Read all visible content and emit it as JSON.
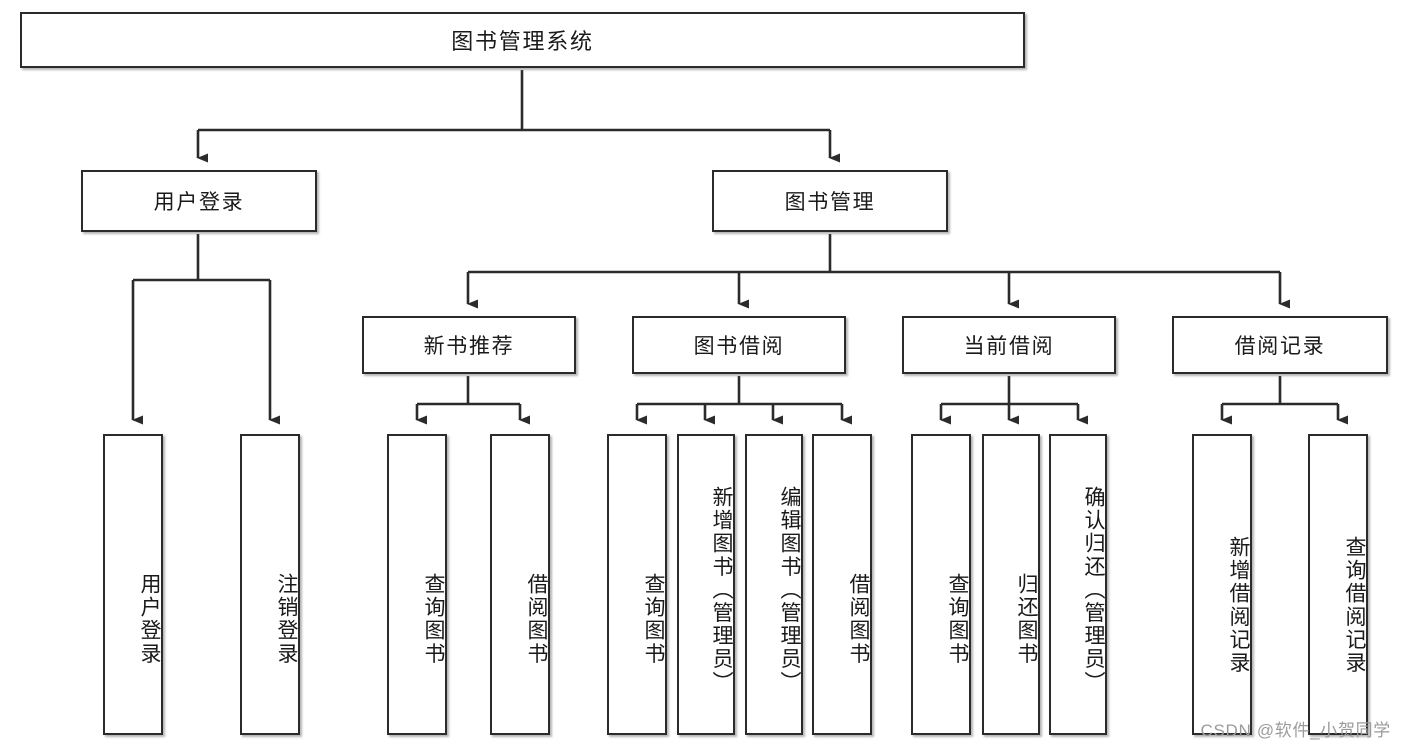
{
  "diagram": {
    "title": "图书管理系统",
    "type": "tree-hierarchy",
    "watermark": "CSDN @软件_小贺同学",
    "nodes": {
      "root": {
        "label": "图书管理系统"
      },
      "level2": [
        {
          "id": "user-login",
          "label": "用户登录"
        },
        {
          "id": "book-management",
          "label": "图书管理"
        }
      ],
      "level3": [
        {
          "id": "new-book-recommend",
          "label": "新书推荐"
        },
        {
          "id": "book-borrow",
          "label": "图书借阅"
        },
        {
          "id": "current-borrow",
          "label": "当前借阅"
        },
        {
          "id": "borrow-record",
          "label": "借阅记录"
        }
      ],
      "leaves": [
        {
          "id": "leaf-user-login",
          "label": "用户登录",
          "parent": "user-login"
        },
        {
          "id": "leaf-logout-login",
          "label": "注销登录",
          "parent": "user-login"
        },
        {
          "id": "leaf-query-book-1",
          "label": "查询图书",
          "parent": "new-book-recommend"
        },
        {
          "id": "leaf-borrow-book-1",
          "label": "借阅图书",
          "parent": "new-book-recommend"
        },
        {
          "id": "leaf-query-book-2",
          "label": "查询图书",
          "parent": "book-borrow"
        },
        {
          "id": "leaf-add-book",
          "label": "新增图书（管理员）",
          "parent": "book-borrow"
        },
        {
          "id": "leaf-edit-book",
          "label": "编辑图书（管理员）",
          "parent": "book-borrow"
        },
        {
          "id": "leaf-borrow-book-2",
          "label": "借阅图书",
          "parent": "book-borrow"
        },
        {
          "id": "leaf-query-book-3",
          "label": "查询图书",
          "parent": "current-borrow"
        },
        {
          "id": "leaf-return-book",
          "label": "归还图书",
          "parent": "current-borrow"
        },
        {
          "id": "leaf-confirm-return",
          "label": "确认归还（管理员）",
          "parent": "current-borrow"
        },
        {
          "id": "leaf-add-record",
          "label": "新增借阅记录",
          "parent": "borrow-record"
        },
        {
          "id": "leaf-query-record",
          "label": "查询借阅记录",
          "parent": "borrow-record"
        }
      ]
    },
    "colors": {
      "border": "#2b2b2b",
      "background": "#ffffff",
      "text": "#1a1a1a",
      "connector": "#2b2b2b",
      "watermark": "#9b9b9b"
    }
  }
}
